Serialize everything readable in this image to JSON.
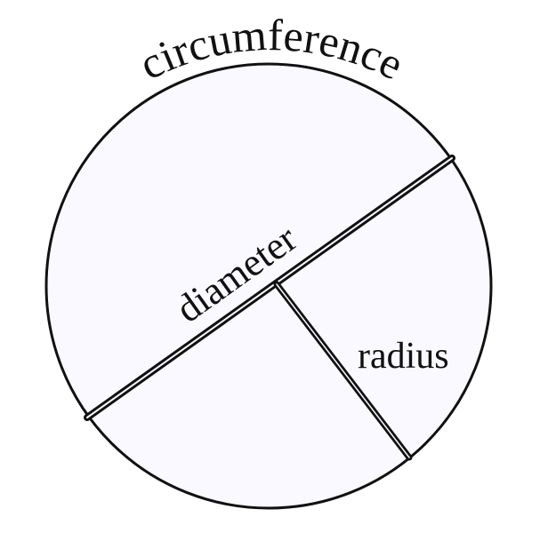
{
  "labels": {
    "circumference": "circumference",
    "diameter": "diameter",
    "radius": "radius"
  },
  "colors": {
    "circle_fill": "#f9f9ff",
    "stroke": "#111111",
    "background": "#ffffff"
  }
}
